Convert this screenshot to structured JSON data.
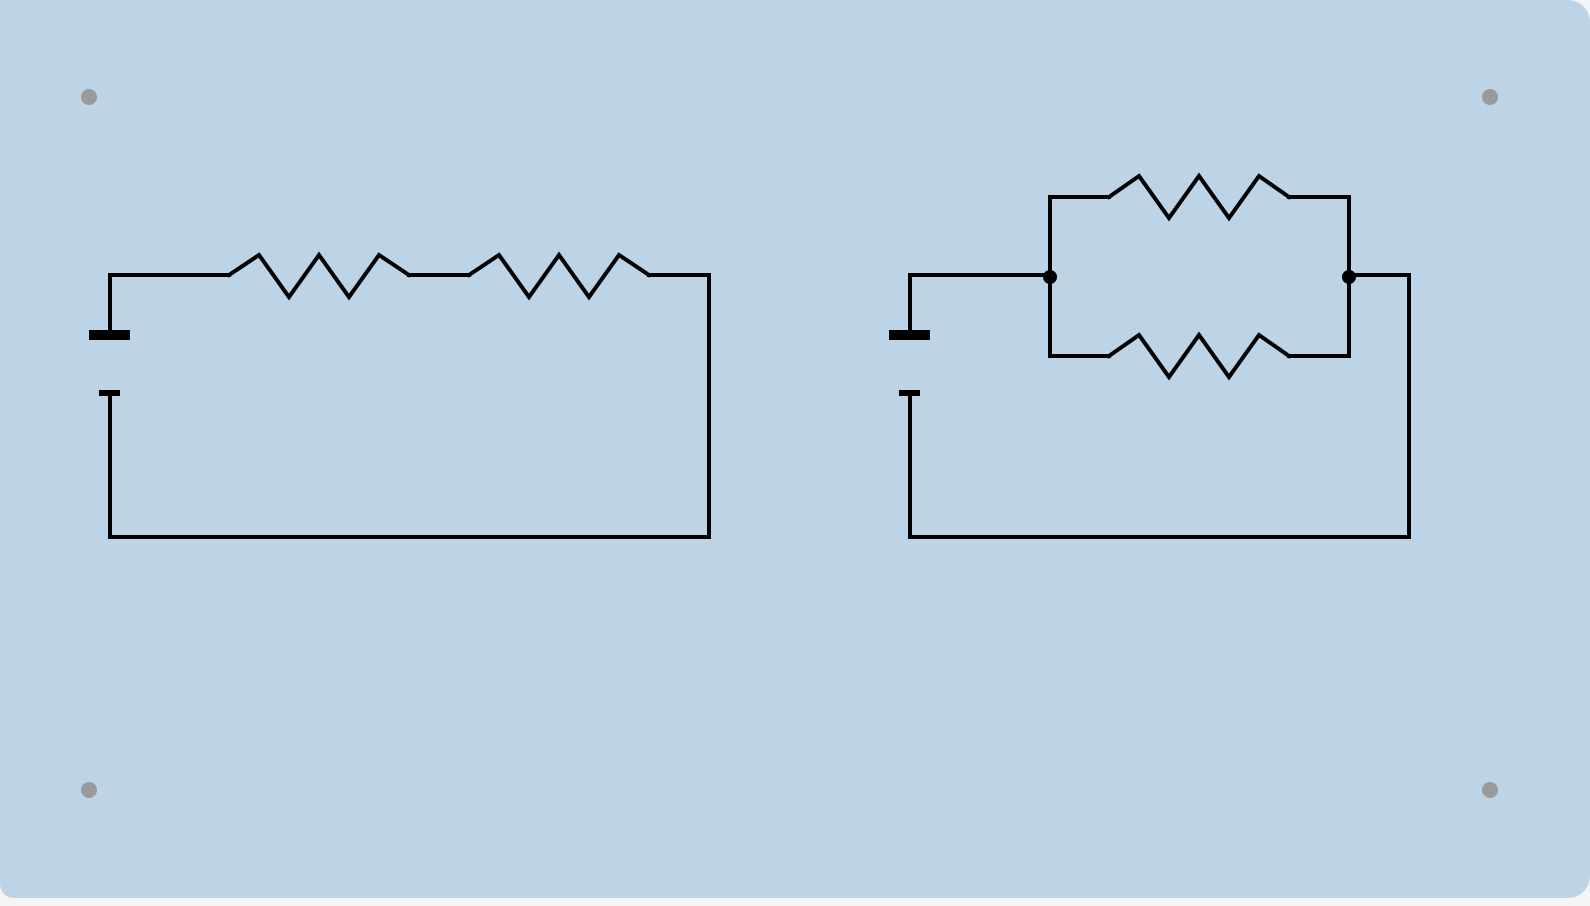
{
  "board": {
    "background": "#bdd3e6",
    "screw_color": "#9a9a9a",
    "wire_color": "#000000"
  },
  "circuits": [
    {
      "name": "series-circuit",
      "components": [
        "battery",
        "resistor",
        "resistor"
      ]
    },
    {
      "name": "parallel-circuit",
      "components": [
        "battery",
        "resistor",
        "resistor"
      ],
      "junctions": 2
    }
  ]
}
